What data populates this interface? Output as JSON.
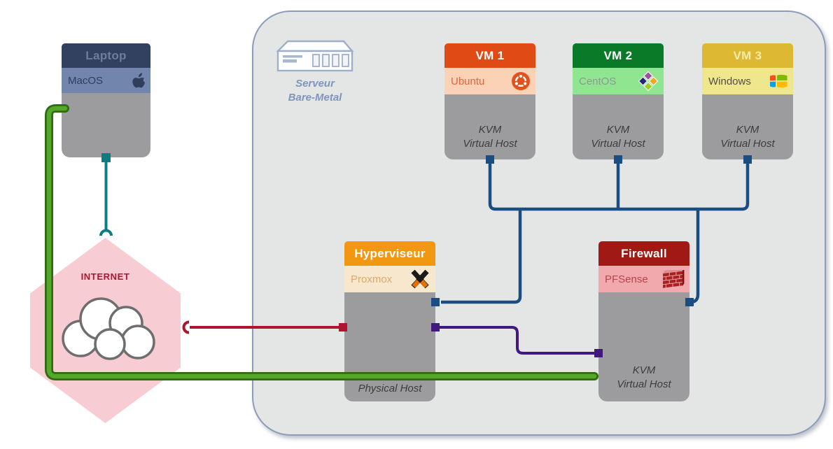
{
  "laptop": {
    "title": "Laptop",
    "os": "MacOS",
    "os_icon": "apple-logo"
  },
  "internet": {
    "label": "INTERNET"
  },
  "server_group": {
    "label": "Serveur\nBare-Metal",
    "icon": "server-icon"
  },
  "vms": [
    {
      "title": "VM 1",
      "os": "Ubuntu",
      "role": "KVM\nVirtual Host",
      "os_icon": "ubuntu-logo",
      "header_color": "#E04A15",
      "row_color": "#FBD2B6"
    },
    {
      "title": "VM 2",
      "os": "CentOS",
      "role": "KVM\nVirtual Host",
      "os_icon": "centos-logo",
      "header_color": "#0B7A28",
      "row_color": "#90E690"
    },
    {
      "title": "VM 3",
      "os": "Windows",
      "role": "KVM\nVirtual Host",
      "os_icon": "windows-logo",
      "header_color": "#DDB832",
      "row_color": "#F0E68C"
    }
  ],
  "hypervisor": {
    "title": "Hyperviseur",
    "os": "Proxmox",
    "role": "Physical Host",
    "os_icon": "proxmox-logo",
    "header_color": "#F29711",
    "row_color": "#F7E7CD"
  },
  "firewall": {
    "title": "Firewall",
    "os": "PFSense",
    "role": "KVM\nVirtual Host",
    "os_icon": "pfsense-brick",
    "header_color": "#A11914",
    "row_color": "#F2A9AD"
  },
  "connections": [
    {
      "from": "laptop",
      "to": "internet",
      "color": "#0F7C82"
    },
    {
      "from": "internet",
      "to": "hypervisor",
      "color": "#B0152F"
    },
    {
      "from": "laptop",
      "to": "firewall",
      "color": "#55A82B"
    },
    {
      "from": "hypervisor",
      "to": "firewall",
      "color": "#41187F"
    },
    {
      "from": "hypervisor",
      "to": "vm-bus",
      "color": "#1A4E82"
    },
    {
      "from": "firewall",
      "to": "vm-bus",
      "color": "#1A4E82"
    },
    {
      "from": "vm1",
      "to": "vm-bus",
      "color": "#1A4E82"
    },
    {
      "from": "vm2",
      "to": "vm-bus",
      "color": "#1A4E82"
    },
    {
      "from": "vm3",
      "to": "vm-bus",
      "color": "#1A4E82"
    }
  ],
  "palette": {
    "container_fill": "#E4E5E5",
    "container_border": "#8D9CBA",
    "node_body": "#9C9C9E",
    "internet_fill": "#F8CCD3",
    "internet_text": "#B0152F",
    "green_core": "#55A82B",
    "green_border": "#2F6B10"
  }
}
